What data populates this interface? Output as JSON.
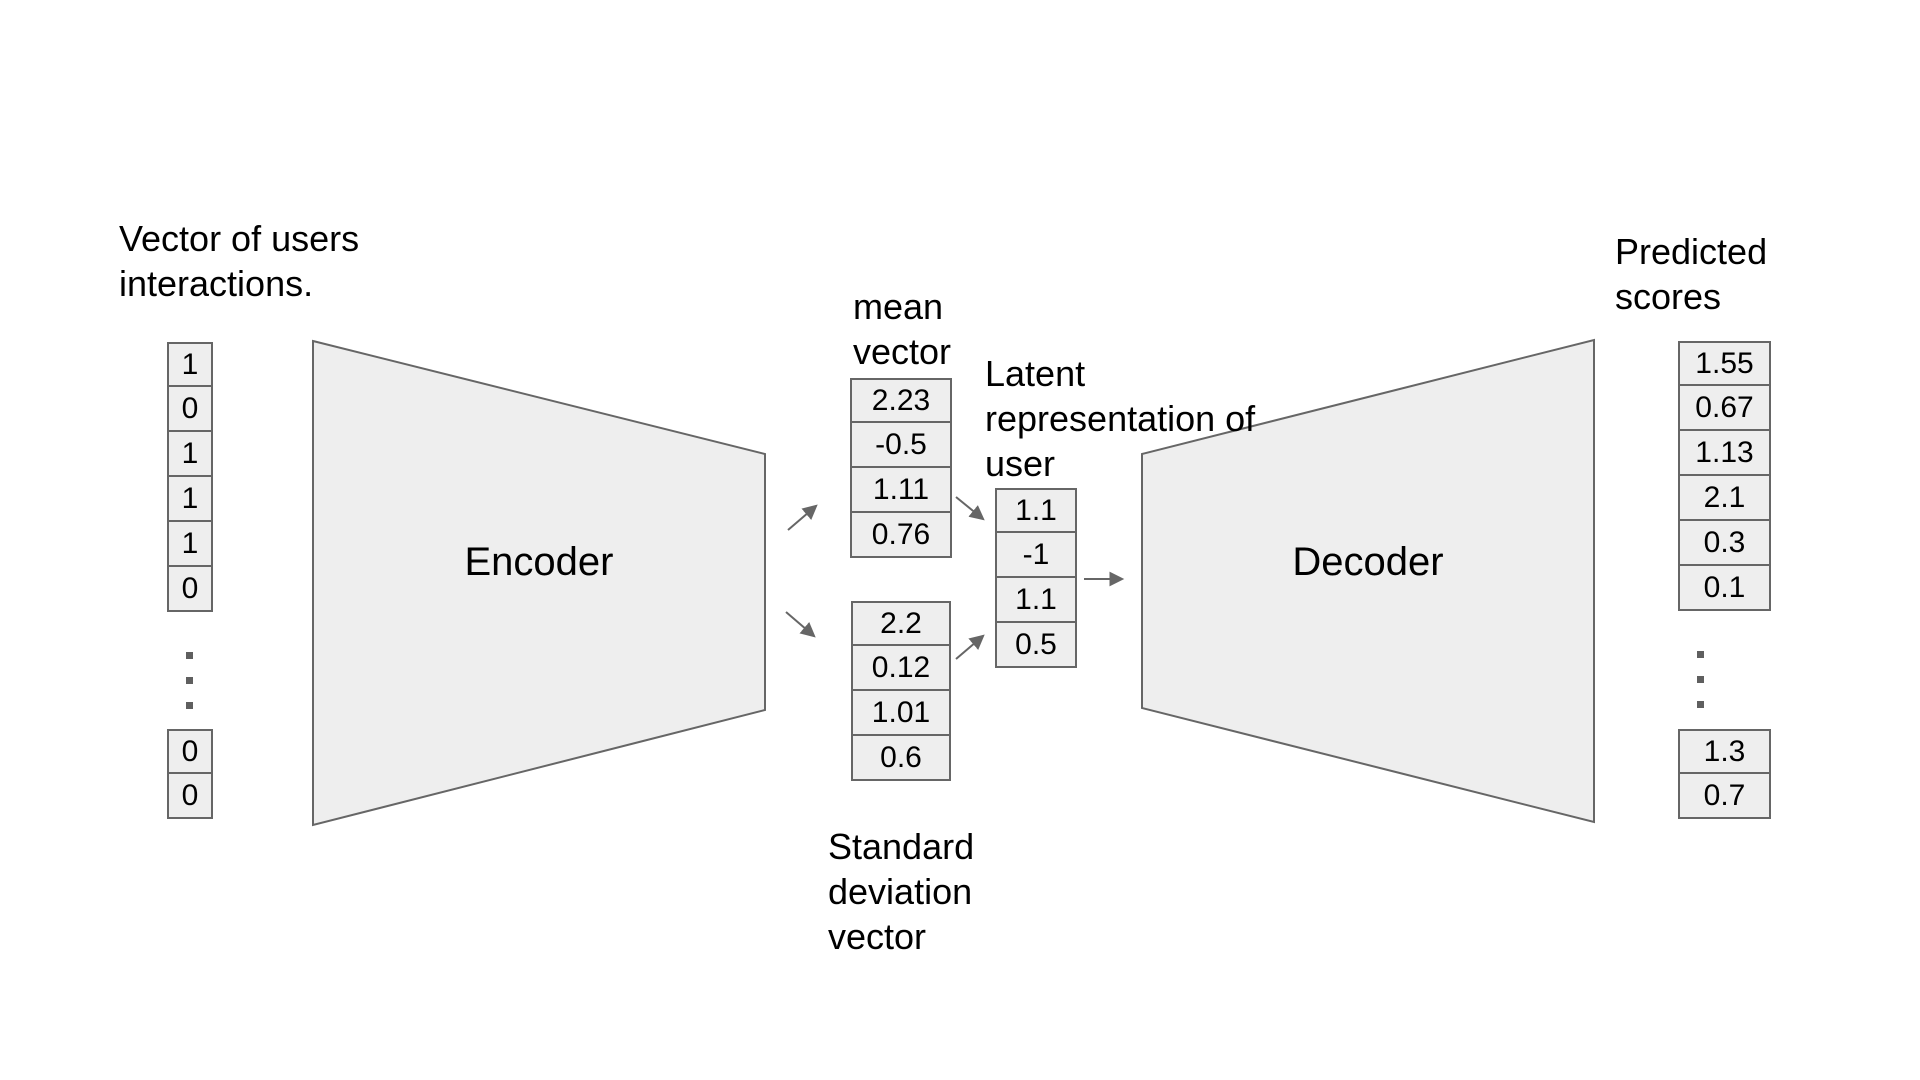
{
  "labels": {
    "input_vector": "Vector of users\ninteractions.",
    "encoder": "Encoder",
    "mean_vector": "mean\nvector",
    "std_vector": "Standard\ndeviation\nvector",
    "latent": "Latent\nrepresentation of\nuser",
    "decoder": "Decoder",
    "predicted": "Predicted\nscores"
  },
  "vectors": {
    "input": {
      "top_values": [
        "1",
        "0",
        "1",
        "1",
        "1",
        "0"
      ],
      "ellipsis": "vertical-dots",
      "bottom_values": [
        "0",
        "0"
      ]
    },
    "mean": {
      "values": [
        "2.23",
        "-0.5",
        "1.11",
        "0.76"
      ]
    },
    "std": {
      "values": [
        "2.2",
        "0.12",
        "1.01",
        "0.6"
      ]
    },
    "latent": {
      "values": [
        "1.1",
        "-1",
        "1.1",
        "0.5"
      ]
    },
    "predicted": {
      "top_values": [
        "1.55",
        "0.67",
        "1.13",
        "2.1",
        "0.3",
        "0.1"
      ],
      "ellipsis": "vertical-dots",
      "bottom_values": [
        "1.3",
        "0.7"
      ]
    }
  },
  "colors": {
    "background": "#ffffff",
    "shape_fill": "#eeeeee",
    "shape_stroke": "#666666",
    "arrow": "#666666",
    "text": "#000000"
  }
}
